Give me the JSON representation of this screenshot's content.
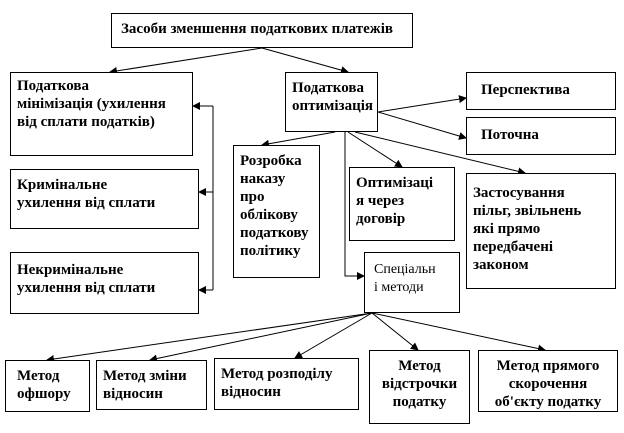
{
  "diagram": {
    "root": {
      "text": "Засоби зменшення податкових платежів"
    },
    "minimization": {
      "text": "Податкова\nмінімізація (ухилення\nвід сплати податків)"
    },
    "criminal": {
      "text": "Кримінальне\nухилення від сплати"
    },
    "noncriminal": {
      "text": "Некримінальне\nухилення від сплати"
    },
    "optimization": {
      "text": "Податкова\nоптимізація"
    },
    "perspective": {
      "text": "Перспектива"
    },
    "current": {
      "text": "Поточна"
    },
    "order": {
      "text": "Розробка\nнаказу\nпро\nоблікову\nподаткову\nполітику"
    },
    "contract": {
      "text": "Оптимізаці\nя через\nдоговір"
    },
    "benefits": {
      "text": "Застосування\nпільг, звільнень\nякі прямо\nпередбачені\nзаконом"
    },
    "special": {
      "text": "Спеціальн\nі методи"
    },
    "offshore": {
      "text": "Метод\nофшору"
    },
    "relations": {
      "text": "Метод зміни\nвідносин"
    },
    "distribution": {
      "text": "Метод розподілу\nвідносин"
    },
    "deferral": {
      "text": "Метод\nвідстрочки\nподатку"
    },
    "reduction": {
      "text": "Метод прямого\nскорочення\nоб'єкту податку"
    }
  }
}
